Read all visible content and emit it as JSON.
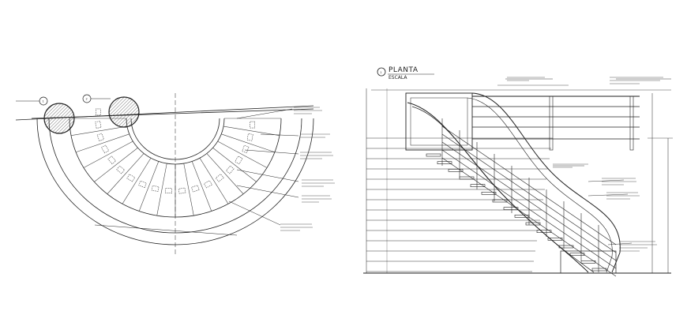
{
  "labels": {
    "plan_title": "PLANTA",
    "plan_subtitle": "ESCALA",
    "plan_number": "1",
    "grid_marks": [
      "1",
      "2"
    ]
  },
  "colors": {
    "line": "#222222",
    "hatch": "#777777",
    "background": "#ffffff"
  }
}
